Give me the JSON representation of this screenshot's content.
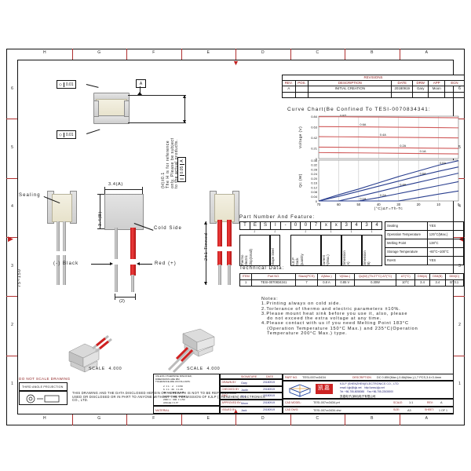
{
  "sheet": {
    "no_scale_note": "DO NOT SCALE DRAWING",
    "third_angle": "THIRD ANGLE PROJECTION",
    "columns": [
      "H",
      "G",
      "F",
      "E",
      "D",
      "C",
      "B",
      "A"
    ],
    "rows": [
      "6",
      "5",
      "4",
      "3",
      "2",
      "1"
    ],
    "copyright": [
      "THIS DRAWING AND THE DATA DISCLOSED HEREIN OR HEREWITH IS NOT TO BE REPRODUCED",
      "USED OR DISCLOSED OR IN PART TO ANYONE WITHOUT THE PERMISSION OF KJLP (SHENZHEN) ELECTRONICS",
      "CO., LTD."
    ]
  },
  "revisions": {
    "title": "REVISIONS",
    "headers": [
      "REV.",
      "POS.",
      "DESCRIPTION",
      "DATE",
      "DRW",
      "APP",
      "ECN"
    ],
    "rows": [
      {
        "rev": "A",
        "pos": "",
        "description": "INITIAL CREATION",
        "date": "20180919",
        "drw": "Gary",
        "app": "Moon",
        "ecn": ""
      }
    ]
  },
  "chart_title": "Curve Chart(Be Confined To TESI-0070834341:",
  "chart_data": [
    {
      "type": "line",
      "title": "Voltage (V)",
      "ylabel": "Voltage (V)",
      "xlabel": "",
      "ylim": [
        0,
        0.85
      ],
      "yticks": [
        "0.84",
        "0.63",
        "0.42",
        "0.21",
        "0"
      ],
      "xticks": [
        "70",
        "60",
        "50",
        "40",
        "30",
        "20",
        "10",
        "0"
      ],
      "grid": true,
      "series": [
        {
          "name": "0.8A",
          "label": "0.8A",
          "values": [
            0.84,
            0.838,
            0.836,
            0.833,
            0.83,
            0.826,
            0.822,
            0.818
          ]
        },
        {
          "name": "0.6A",
          "label": "0.6A",
          "values": [
            0.64,
            0.638,
            0.636,
            0.632,
            0.628,
            0.624,
            0.62,
            0.616
          ]
        },
        {
          "name": "0.4A",
          "label": "0.4A",
          "values": [
            0.44,
            0.437,
            0.434,
            0.43,
            0.426,
            0.422,
            0.418,
            0.414
          ]
        },
        {
          "name": "0.2A",
          "label": "0.2A",
          "values": [
            0.23,
            0.227,
            0.224,
            0.22,
            0.216,
            0.212,
            0.208,
            0.204
          ]
        },
        {
          "name": "0.1A",
          "label": "0.1A",
          "values": [
            0.12,
            0.117,
            0.114,
            0.11,
            0.106,
            0.102,
            0.098,
            0.094
          ]
        }
      ]
    },
    {
      "type": "line",
      "title": "Qc (W)",
      "ylabel": "Qc (W)",
      "xlabel": "(°C)ΔT=Th-Tc",
      "ylim": [
        0,
        0.36
      ],
      "yticks": [
        "0.36",
        "0.32",
        "0.28",
        "0.24",
        "0.20",
        "0.16",
        "0.12",
        "0.08",
        "0.04",
        "0"
      ],
      "xticks": [
        "70",
        "60",
        "50",
        "40",
        "30",
        "20",
        "10",
        "0"
      ],
      "grid": true,
      "series": [
        {
          "name": "0.8A",
          "label": "0.8A",
          "values": [
            0.0,
            0.055,
            0.105,
            0.16,
            0.215,
            0.265,
            0.315,
            0.355
          ]
        },
        {
          "name": "0.6A",
          "label": "0.6A",
          "values": [
            0.0,
            0.04,
            0.085,
            0.13,
            0.175,
            0.22,
            0.262,
            0.3
          ]
        },
        {
          "name": "0.4A",
          "label": "0.4A",
          "values": [
            0.0,
            0.0,
            0.04,
            0.082,
            0.125,
            0.165,
            0.205,
            0.245
          ]
        },
        {
          "name": "0.2A",
          "label": "0.2A",
          "values": [
            0.0,
            0.0,
            0.0,
            0.03,
            0.065,
            0.1,
            0.135,
            0.17
          ]
        },
        {
          "name": "0.1A",
          "label": "0.1A",
          "values": [
            0.0,
            0.0,
            0.0,
            0.0,
            0.0,
            0.03,
            0.06,
            0.088
          ]
        }
      ]
    }
  ],
  "part_number": {
    "title": "Part Number And Feature:",
    "chars": [
      "T",
      "E",
      "S",
      "I",
      "-",
      "0",
      "0",
      "7",
      "x",
      "x",
      "3",
      "4",
      "3",
      "4"
    ],
    "legends": [
      "Thermo\nElectric\nChip(Small)",
      "Shape Steel",
      "N.E.P\nStack\nQuantity",
      "Current\nA(Max.)",
      "Dimension\n(A)",
      "Dimension\n(B)"
    ],
    "feature_rows": [
      {
        "label": "Sealing",
        "value": "YES"
      },
      {
        "label": "Operation Temperature",
        "value": "125°C(Max.)"
      },
      {
        "label": "Melting Point",
        "value": "138°C"
      },
      {
        "label": "Storage Temperature",
        "value": "-60°C~100°C"
      },
      {
        "label": "RoHS",
        "value": "YES"
      }
    ]
  },
  "technical_data": {
    "title": "Technical Data:",
    "headers": [
      "ITEM",
      "Part NO.",
      "Stack(PCS)",
      "A(Max.)",
      "V(Max.)",
      "Qc(W) (Th:27°C) ΔT(°C)",
      "ΔT(°C)",
      "DIM(A)",
      "DIM(B)",
      "DIM(C)"
    ],
    "rows": [
      {
        "item": "1",
        "part_no": "TESI-0070834341",
        "stack": "7",
        "a_max": "0.8 A",
        "v_max": "0.85 V",
        "qc": "0.30W",
        "dt": "10°C",
        "dim_a": "3.4",
        "dim_b": "3.4",
        "dim_c": "BT3.1"
      }
    ]
  },
  "notes": {
    "title": "Notes:",
    "items": [
      "1.Printing always on cold side.",
      "2.Torlerance of thermo and electric parameters ±10%.",
      "3.Please mount heat sink before you use it, also, please",
      "   do not exceed the extra voltage at any time.",
      "4.Please contact with us if you need Melting Point 183°C",
      "   (Operation Temperature 150°C Max.) and 235°C(Operation",
      "   Temperature 200°C Max.) type."
    ]
  },
  "drawing_labels": {
    "sealing": "Sealing",
    "cold_side": "Cold Side",
    "black_lead": "(-) Black",
    "red_lead": "Red (+)",
    "tinned": "2±1 Tinned",
    "dim_a": "3.4(A)",
    "dim_b": "3.4(B)",
    "dim_2": "(2)",
    "h_note": "(H)±0.1\nThe H is for reference\nonly, Please be subject\nto the actual products.",
    "height_range": "75~150",
    "datum_a": "A",
    "flat_tol": "0.01",
    "flat_tol2": "0.01",
    "parallel_tol": "0.05",
    "parallel_datum": "A",
    "scale_left": "SCALE  4.000",
    "scale_right": "SCALE  4.000",
    "scale_note": "SCALE  4.000"
  },
  "title_block": {
    "tolerance_header": "UNLESS OTHERWISE SPECIFIED,\nDIMENSIONS ARE MM\nTOLERANCE ARE AS FOLLOWS:",
    "tolerance_rows": [
      "2  ± 1 :  2    ± 0.50",
      "6  ± 1 : 30   ± 1.25",
      "30 ± 1 : 120  ± 1.25",
      "120± 1 : 200  ± 1.50",
      "200± 1 : 300  ± 1.50",
      "ANGLE ± 1.5°"
    ],
    "signature_header": [
      "SIGNATURE",
      "DATE"
    ],
    "signatures": [
      {
        "role": "DRAWN BY",
        "name": "Gary",
        "date": "20180919"
      },
      {
        "role": "CHECKED BY",
        "name": "Jaclin",
        "date": "20180919"
      },
      {
        "role": "ENG",
        "name": "Vivi",
        "date": "20180919"
      },
      {
        "role": "APPROVED BY",
        "name": "Moon",
        "date": "20180919"
      },
      {
        "role": "ISSUED BY",
        "name": "Jack",
        "date": "20180919"
      }
    ],
    "material_label": "MATERIAL",
    "material_value": "",
    "part_no_label": "PART NO.",
    "part_no_value": "TESI-007xx3434",
    "description_label": "DESCRIPTION",
    "description_value": "DC 0.85V(Max.),0.8A(Max.),1,7 PCS,3.4×3.4mm",
    "cad_model_label": "CAD MODEL:",
    "cad_model_value": "TESI-007xx3434.prt",
    "cad_dwg_label": "CAD DWG:",
    "cad_dwg_value": "TESI-007xx3434.drw",
    "scale_label": "SCALE:",
    "scale_value": "1:1",
    "rev_label": "REV:",
    "rev_value": "A",
    "size_label": "SIZE:",
    "size_value": "A3",
    "sheet_label": "SHEET:",
    "sheet_value": "1 OF 1",
    "company_cn": "凯嘉电子(深圳)电子有限公司",
    "company_en": "KJLP (SHENZHEN)ELECTRONICS CO., LTD",
    "email": "email: kjlp@kjlp.net    http://www.kjlp.net",
    "tel": "Tel: +86-755-8058088    Fax:+86-755-22630000"
  },
  "colors": {
    "frame": "#111111",
    "red": "#8b1a1a",
    "chart_red": "#d05a5a",
    "chart_blue": "#2a3f8f",
    "lead_red": "#d02020",
    "lead_grey": "#9a9a9a",
    "logo_blue": "#1a3f9e"
  }
}
